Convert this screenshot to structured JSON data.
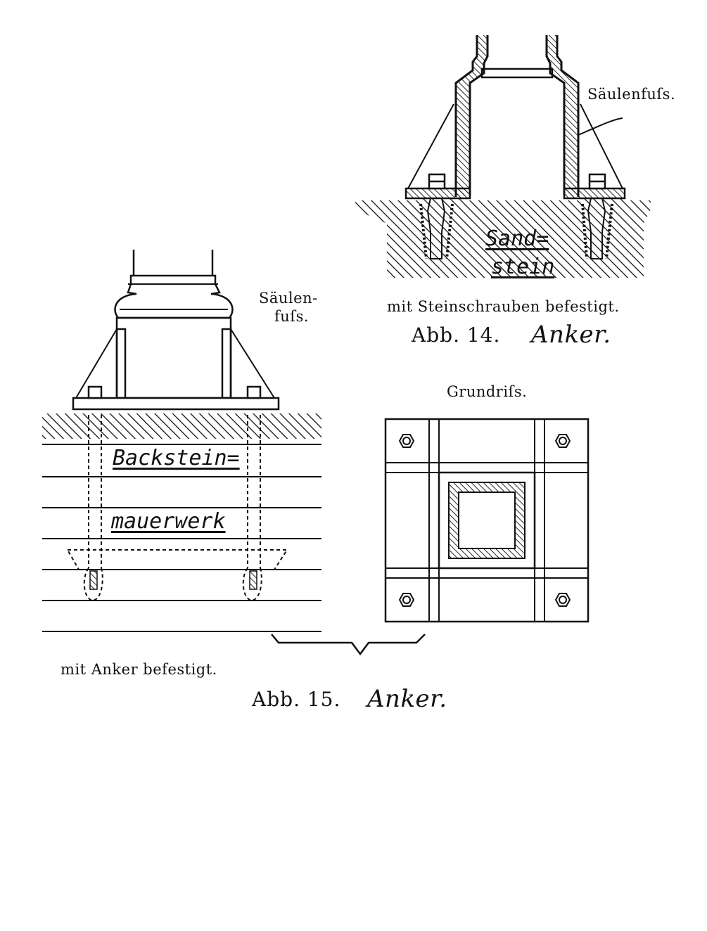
{
  "fig14": {
    "label_column_foot": "Säulenfuſs.",
    "label_stone_line1": "Sand=",
    "label_stone_line2": "stein",
    "caption_method": "mit Steinschrauben befestigt.",
    "caption_number": "Abb. 14.",
    "caption_title": "Anker."
  },
  "fig15": {
    "label_column_foot_line1": "Säulen-",
    "label_column_foot_line2": "fuſs.",
    "label_plan": "Grundriſs.",
    "label_masonry_line1": "Backstein=",
    "label_masonry_line2": "mauerwerk",
    "caption_method": "mit Anker befestigt.",
    "caption_number": "Abb. 15.",
    "caption_title": "Anker."
  },
  "colors": {
    "ink": "#111111",
    "paper": "#ffffff"
  }
}
